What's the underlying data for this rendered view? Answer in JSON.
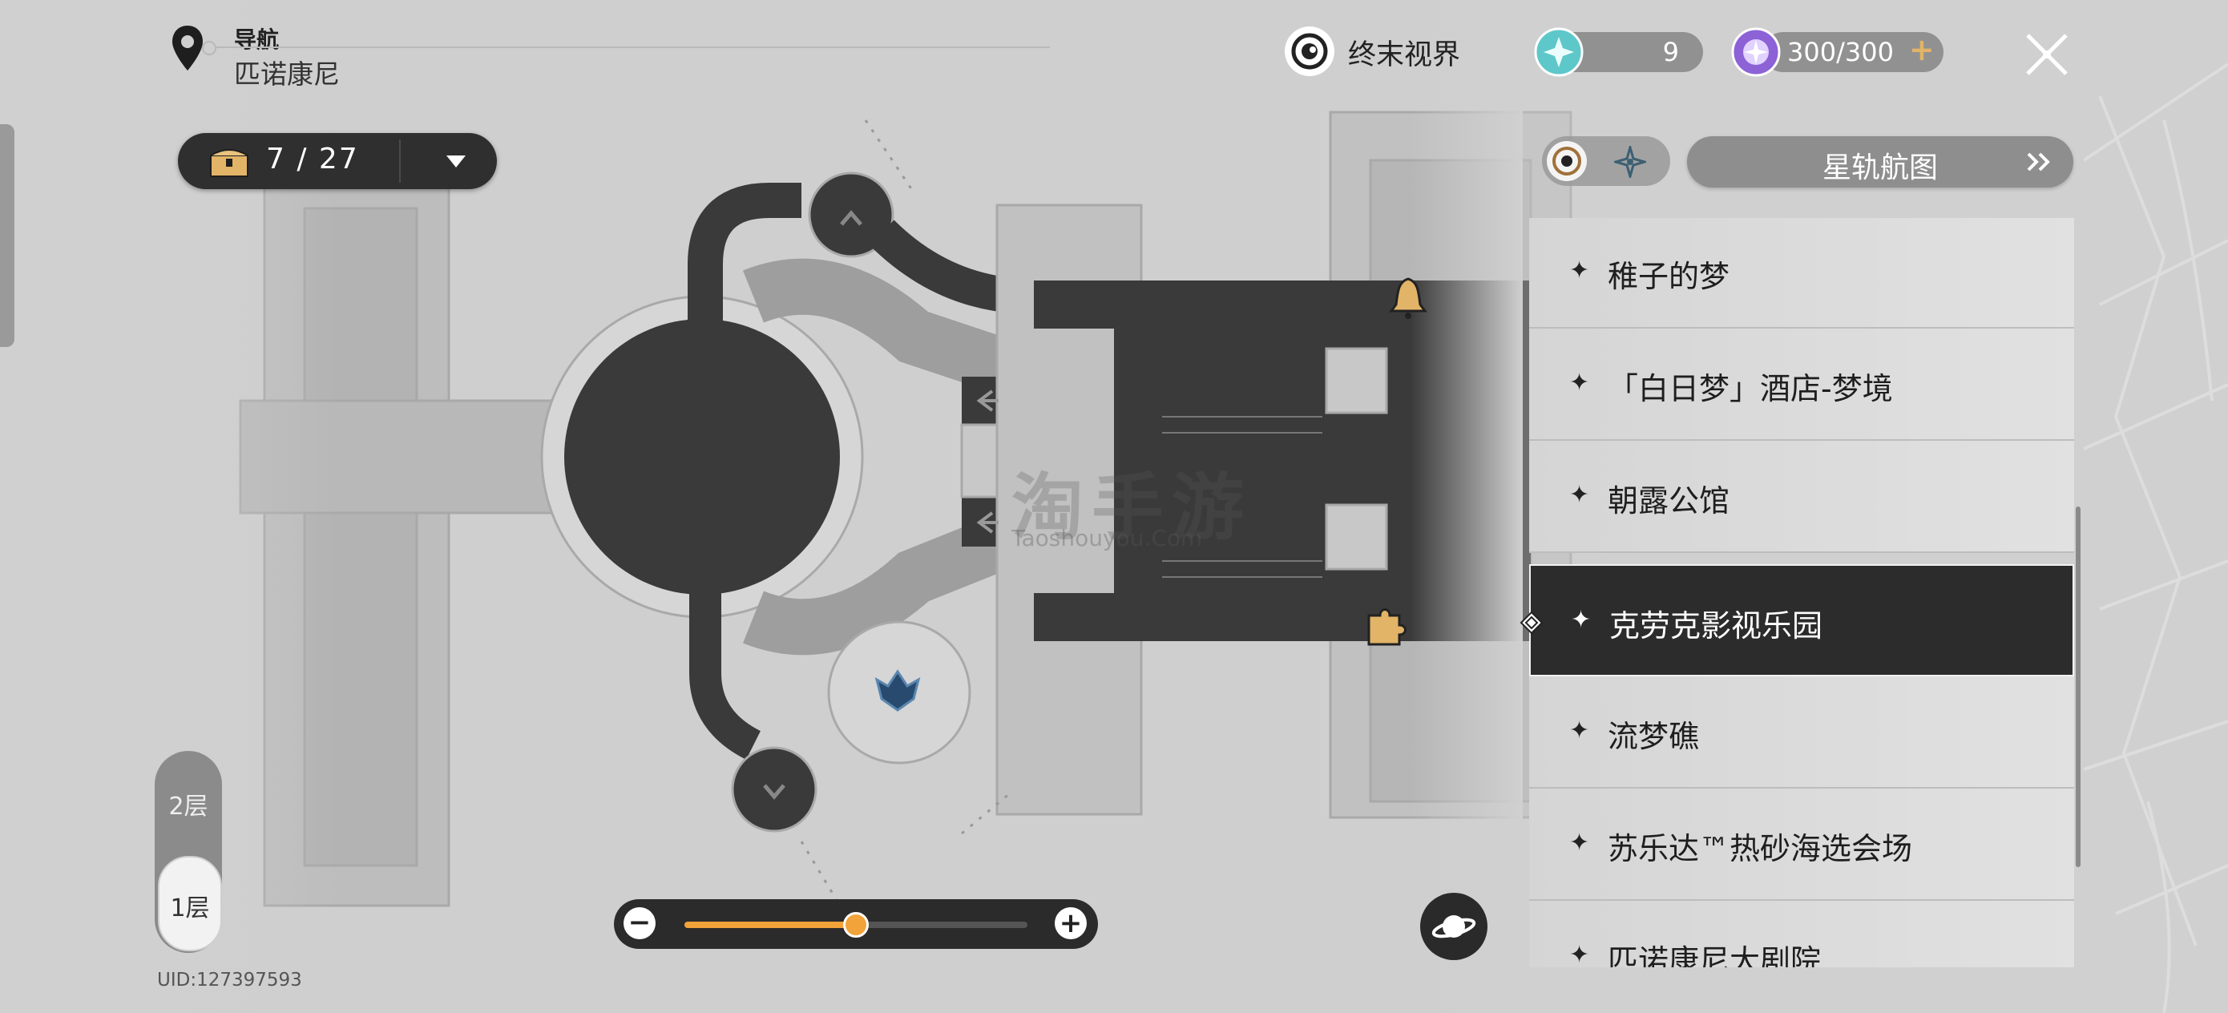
{
  "navigation": {
    "label": "导航",
    "region": "匹诺康尼"
  },
  "chest": {
    "count": "7 / 27"
  },
  "vision": {
    "label": "终末视界"
  },
  "currency": {
    "fuel": {
      "value": "9"
    },
    "trailblaze_power": {
      "value": "300/300"
    }
  },
  "star_rail": {
    "label": "星轨航图"
  },
  "locations": [
    {
      "name": "稚子的梦",
      "selected": false
    },
    {
      "name": "「白日梦」酒店-梦境",
      "selected": false
    },
    {
      "name": "朝露公馆",
      "selected": false
    },
    {
      "name": "克劳克影视乐园",
      "selected": true
    },
    {
      "name": "流梦礁",
      "selected": false
    },
    {
      "name": "苏乐达™热砂海选会场",
      "selected": false
    },
    {
      "name": "匹诺康尼大剧院",
      "selected": false
    }
  ],
  "floors": {
    "upper": "2层",
    "lower": "1层",
    "active": "1层"
  },
  "uid": "UID:127397593",
  "zoom": {
    "level": 0.5
  },
  "watermark": {
    "main": "淘手游",
    "sub": "Taoshouyou.Com"
  },
  "colors": {
    "accent": "#f2a33a",
    "selected_bg": "#2c2c2c",
    "gold": "#e2b467"
  }
}
